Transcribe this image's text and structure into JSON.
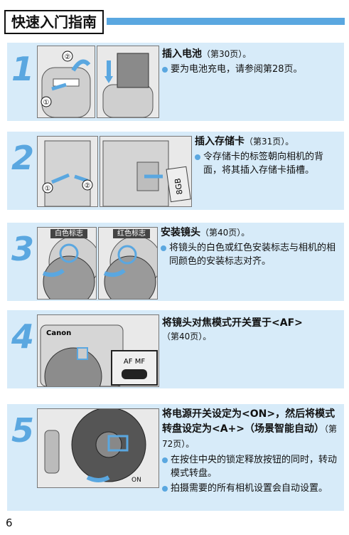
{
  "title": "快速入门指南",
  "page_number": "6",
  "steps": [
    {
      "num": "1",
      "head": "插入电池",
      "ref": "（第30页）。",
      "bullets": [
        "要为电池充电，请参阅第28页。"
      ],
      "callouts": [
        "②",
        "①"
      ]
    },
    {
      "num": "2",
      "head": "插入存储卡",
      "ref": "（第31页）。",
      "bullets": [
        "令存储卡的标签朝向相机的背面，将其插入存储卡插槽。"
      ],
      "callouts": [
        "①",
        "②"
      ],
      "card_label": "8GB"
    },
    {
      "num": "3",
      "head": "安装镜头",
      "ref": "（第40页）。",
      "bullets": [
        "将镜头的白色或红色安装标志与相机的相同颜色的安装标志对齐。"
      ],
      "tags": [
        "白色标志",
        "红色标志"
      ]
    },
    {
      "num": "4",
      "head": "将镜头对焦模式开关置于<AF>",
      "ref": "（第40页）。",
      "bullets": [],
      "brand": "Canon",
      "switch_label": "AF MF"
    },
    {
      "num": "5",
      "head": "将电源开关设定为<ON>，然后将模式转盘设定为<A+>（场景智能自动）",
      "ref": "（第72页）。",
      "bullets": [
        "在按住中央的锁定释放按钮的同时，转动模式转盘。",
        "拍摄需要的所有相机设置会自动设置。"
      ],
      "on_label": "ON"
    }
  ]
}
